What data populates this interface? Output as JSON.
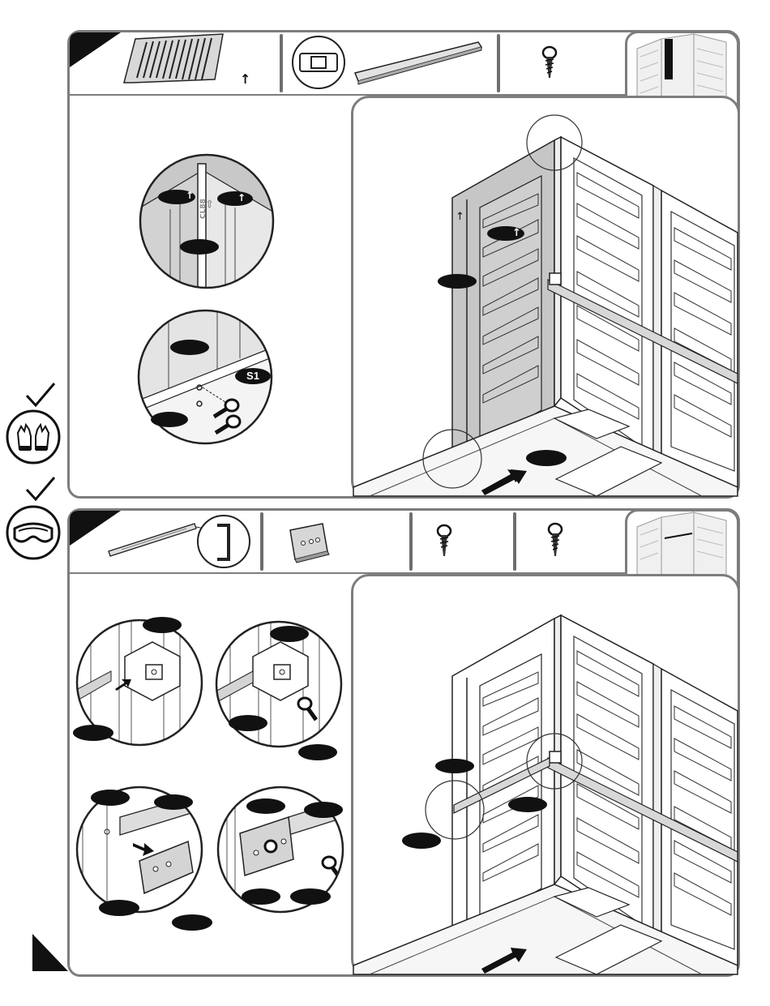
{
  "page": {
    "background": "#ffffff",
    "frame_color": "#7d7d7d",
    "ink": "#111111"
  },
  "step1": {
    "header": {
      "part1_icon": "vent-grille-panel",
      "part1_arrow": "↑",
      "part2_icon": "h-profile-connector-bar",
      "part3_icon": "screw-icon",
      "overview_icon": "shed-overview-thumbnail"
    },
    "detail_top": {
      "panel_marking": "CL88",
      "arrows": [
        "↑",
        "↑",
        "⇧"
      ]
    },
    "detail_bottom": {
      "callout_label": "S1"
    },
    "main": {
      "panel_arrow": "↑",
      "wall_arrow": "↑"
    }
  },
  "step2": {
    "header": {
      "part1_icon": "rail-with-bracket-icon",
      "part2_icon": "slotted-plate-icon",
      "part3_icon": "screw-icon",
      "part4_icon": "screw-icon",
      "overview_icon": "shed-overview-thumbnail"
    }
  },
  "side_icons": [
    "checkmark-icon",
    "gloves-icon",
    "checkmark-icon",
    "goggles-icon"
  ]
}
